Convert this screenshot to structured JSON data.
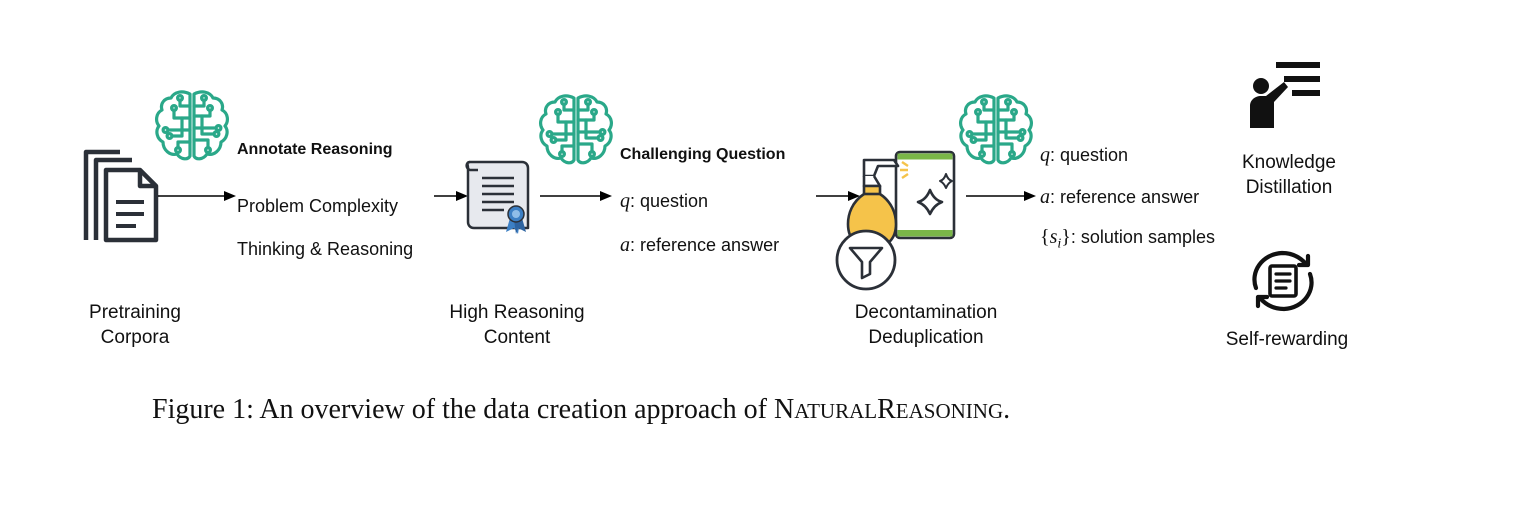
{
  "nodes": {
    "pretraining": {
      "label_line1": "Pretraining",
      "label_line2": "Corpora",
      "icon": "documents-icon"
    },
    "high_reasoning": {
      "label_line1": "High Reasoning",
      "label_line2": "Content",
      "icon": "certificate-document-icon"
    },
    "decontamination": {
      "label_line1": "Decontamination",
      "label_line2": "Deduplication",
      "icon": "spray-bottle-icon"
    },
    "knowledge_distillation": {
      "label_line1": "Knowledge",
      "label_line2": "Distillation",
      "icon": "teacher-icon"
    },
    "self_rewarding": {
      "label": "Self-rewarding",
      "icon": "refresh-document-icon"
    }
  },
  "annotate": {
    "title": "Annotate Reasoning",
    "items": [
      "Problem Complexity",
      "Thinking & Reasoning"
    ]
  },
  "challenging": {
    "title": "Challenging Question",
    "q_symbol": "q",
    "q_text": ":  question",
    "a_symbol": "a",
    "a_text": ": reference answer"
  },
  "output": {
    "q_symbol": "q",
    "q_text": ":  question",
    "a_symbol": "a",
    "a_text": ": reference answer",
    "s_open": "{",
    "s_symbol": "s",
    "s_sub": "i",
    "s_close": "}",
    "s_text": ": solution samples"
  },
  "caption": {
    "prefix": "Figure 1: An overview of the data creation approach of ",
    "name_n": "N",
    "name_atural": "ATURAL",
    "name_r": "R",
    "name_easoning": "EASONING",
    "suffix": "."
  },
  "colors": {
    "brain": "#2aa889",
    "icon_dark": "#2b3038",
    "green_bar": "#7ab648",
    "bottle": "#f5c34a",
    "ribbon": "#3c7fc4"
  }
}
